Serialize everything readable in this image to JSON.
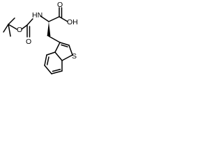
{
  "molecule": {
    "atom_labels": {
      "nh": "HN",
      "oh": "OH",
      "carbonyl_o_acid": "O",
      "carbonyl_o_carbamate": "O",
      "ester_o": "O",
      "sulfur": "S"
    }
  }
}
